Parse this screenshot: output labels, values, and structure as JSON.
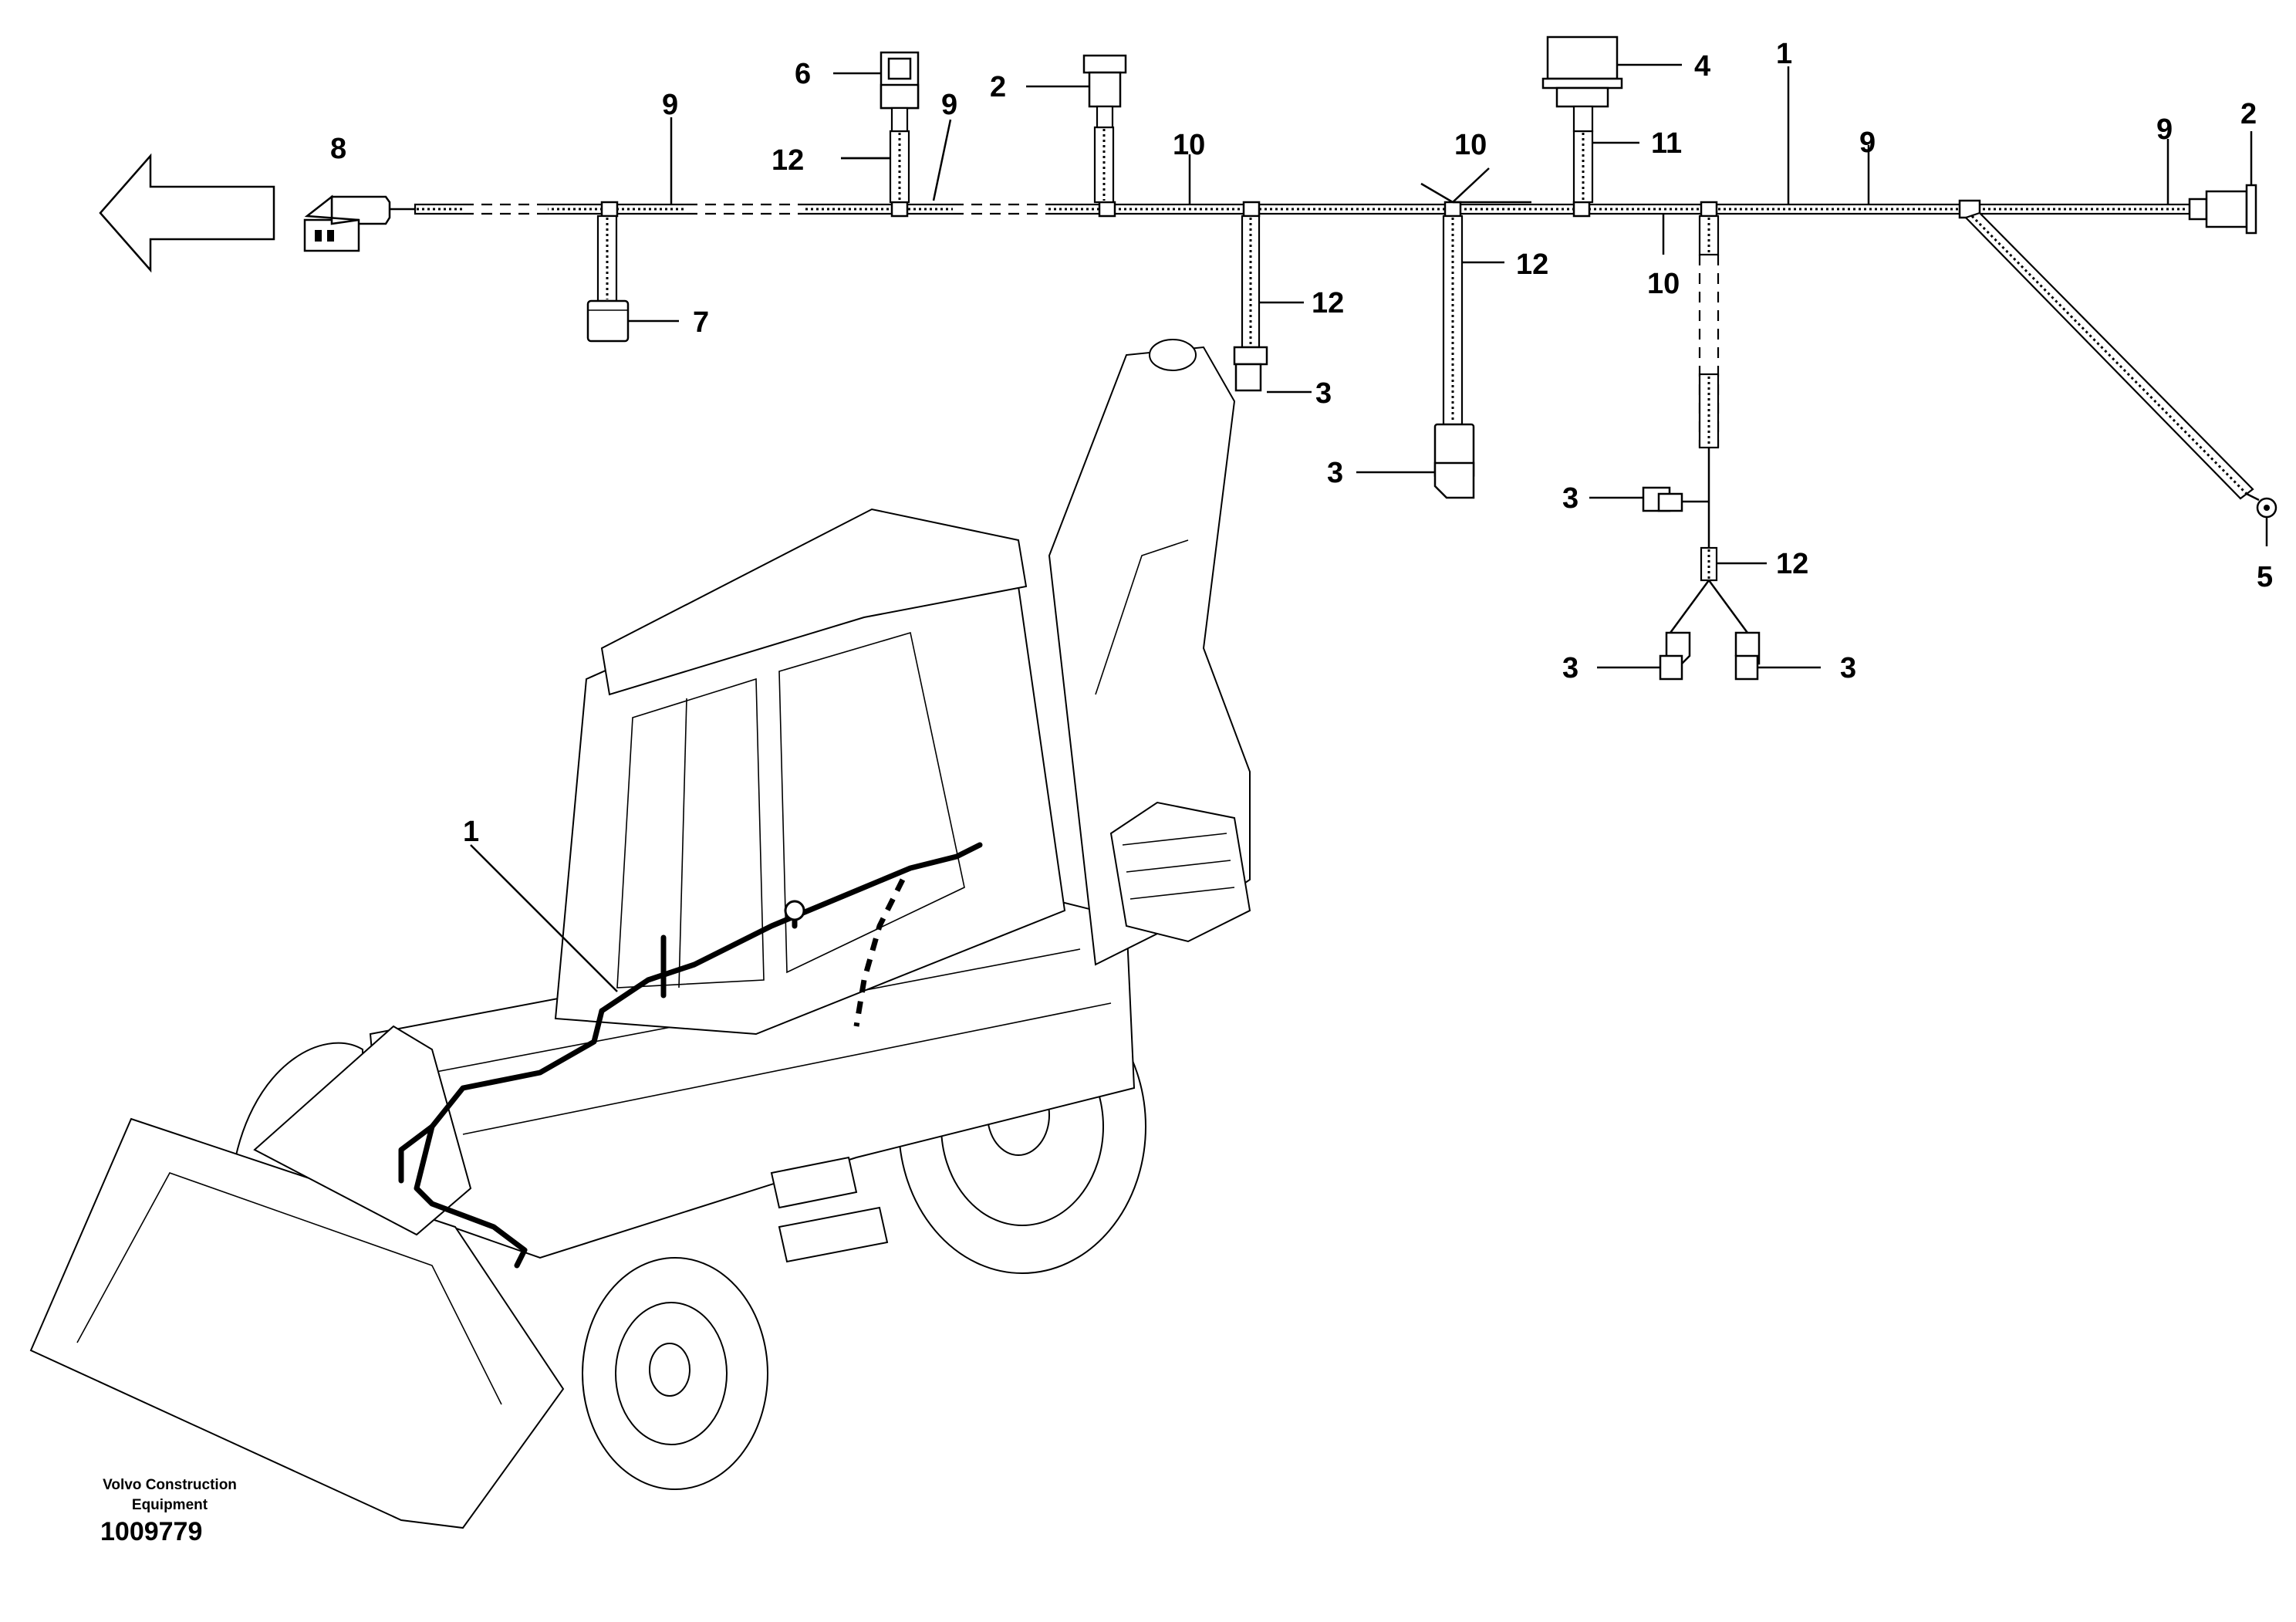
{
  "callouts": {
    "c1_top": "1",
    "c1_machine": "1",
    "c2_left": "2",
    "c2_right": "2",
    "c3_a": "3",
    "c3_b": "3",
    "c3_c": "3",
    "c3_d": "3",
    "c3_e": "3",
    "c4": "4",
    "c5": "5",
    "c6": "6",
    "c7": "7",
    "c8": "8",
    "c9_a": "9",
    "c9_b": "9",
    "c9_c": "9",
    "c9_d": "9",
    "c10_a": "10",
    "c10_b": "10",
    "c10_c": "10",
    "c11": "11",
    "c12_a": "12",
    "c12_b": "12",
    "c12_c": "12",
    "c12_d": "12"
  },
  "footer": {
    "brand_line1": "Volvo Construction",
    "brand_line2": "Equipment",
    "document_number": "1009779"
  },
  "icons": {
    "direction": "left-arrow-icon"
  }
}
